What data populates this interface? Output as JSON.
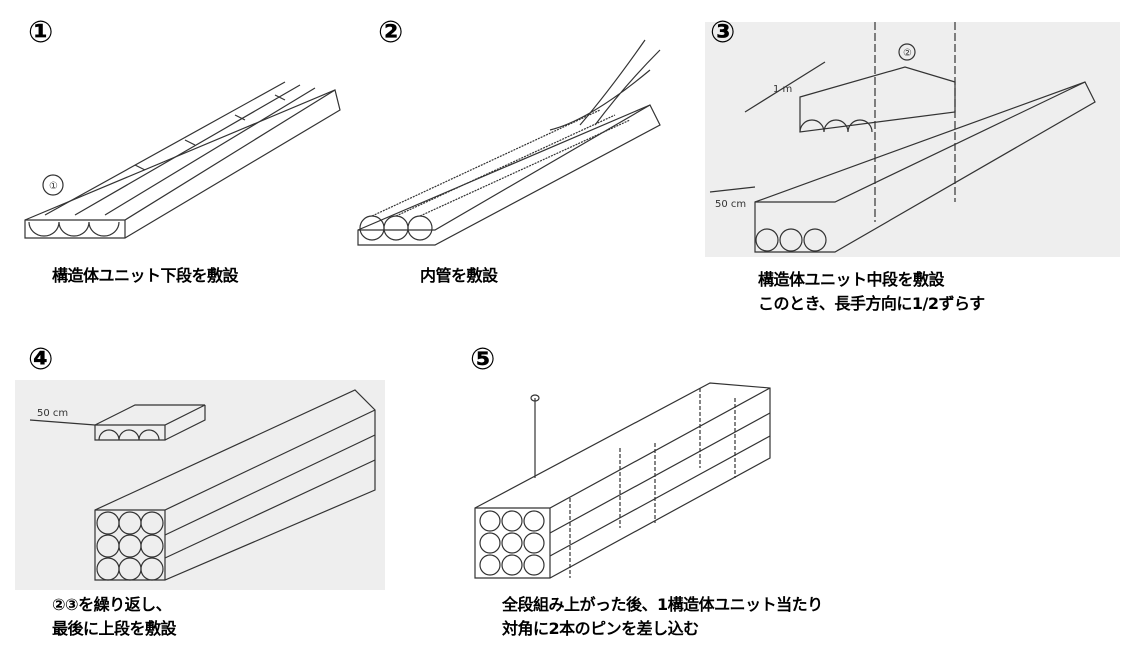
{
  "steps": [
    {
      "number": "①",
      "caption": [
        "構造体ユニット下段を敷設"
      ],
      "drawing_labels": [
        "①"
      ]
    },
    {
      "number": "②",
      "caption": [
        "内管を敷設"
      ]
    },
    {
      "number": "③",
      "caption": [
        "構造体ユニット中段を敷設",
        "このとき、長手方向に1/2ずらす"
      ],
      "drawing_labels": [
        "1 m",
        "②",
        "50 cm"
      ]
    },
    {
      "number": "④",
      "caption": [
        "②③を繰り返し、",
        "最後に上段を敷設"
      ],
      "drawing_labels": [
        "50 cm"
      ]
    },
    {
      "number": "⑤",
      "caption": [
        "全段組み上がった後、1構造体ユニット当たり",
        "対角に2本のピンを差し込む"
      ]
    }
  ]
}
